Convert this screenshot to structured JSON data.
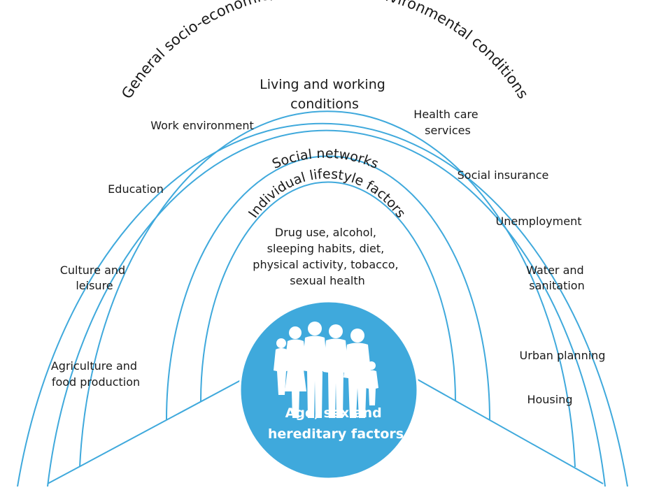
{
  "diagram": {
    "rings": {
      "outer_title": "General socio-economic, cultural and environmental conditions",
      "living_title": [
        "Living and working",
        "conditions"
      ],
      "social_title": "Social networks",
      "individual_title": "Individual lifestyle factors"
    },
    "living_items": {
      "work_environment": "Work environment",
      "health_care": [
        "Health care",
        "services"
      ],
      "education": "Education",
      "social_insurance": "Social insurance",
      "unemployment": "Unemployment",
      "culture_leisure": [
        "Culture and",
        "leisure"
      ],
      "water_sanitation": [
        "Water and",
        "sanitation"
      ],
      "agriculture": [
        "Agriculture and",
        "food production"
      ],
      "urban_planning": "Urban planning",
      "housing": "Housing"
    },
    "individual_items": [
      "Drug use, alcohol,",
      "sleeping habits, diet,",
      "physical activity, tobacco,",
      "sexual health"
    ],
    "core": {
      "label": [
        "Age, sex and",
        "hereditary factors"
      ],
      "icon": "family-icon"
    },
    "colors": {
      "core_fill": "#3fa9dc",
      "ring_stroke": "#3fa9dc",
      "text": "#1a1a1a"
    }
  }
}
